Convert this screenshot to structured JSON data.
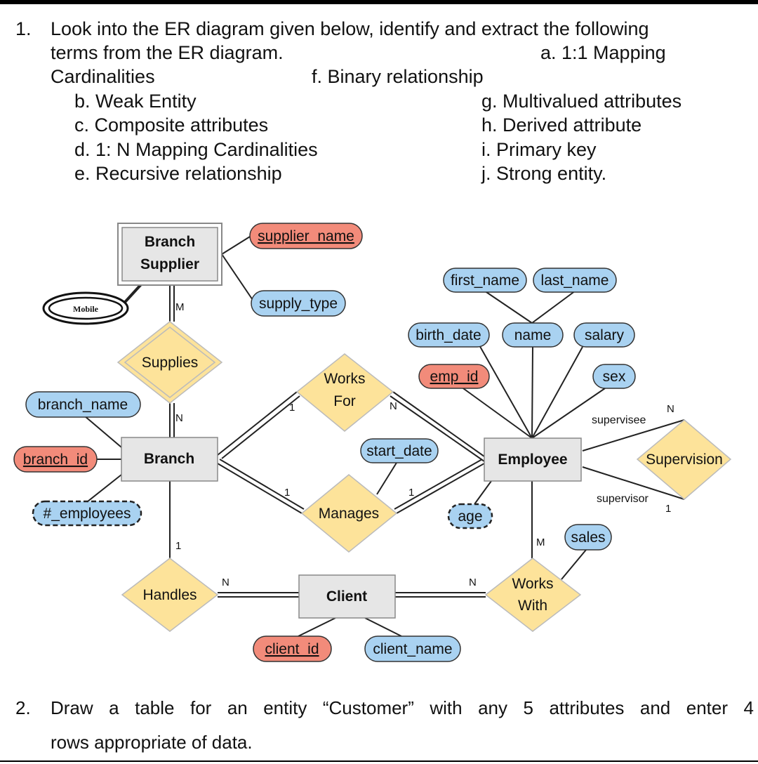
{
  "question1": {
    "number": "1.",
    "line1": "Look into the ER diagram given below, identify and extract the following",
    "line2": "terms from the ER diagram.",
    "item_a": "a. 1:1 Mapping",
    "line3": "Cardinalities",
    "item_f": "f. Binary relationship",
    "item_b": "b. Weak Entity",
    "item_g": "g. Multivalued attributes",
    "item_c": "c. Composite attributes",
    "item_h": "h. Derived attribute",
    "item_d": "d. 1: N Mapping Cardinalities",
    "item_i": "i. Primary key",
    "item_e": "e. Recursive relationship",
    "item_j": "j. Strong entity."
  },
  "diagram": {
    "entities": {
      "branch_supplier_line1": "Branch",
      "branch_supplier_line2": "Supplier",
      "branch": "Branch",
      "employee": "Employee",
      "client": "Client"
    },
    "relationships": {
      "supplies": "Supplies",
      "works_for_line1": "Works",
      "works_for_line2": "For",
      "manages": "Manages",
      "handles": "Handles",
      "works_with_line1": "Works",
      "works_with_line2": "With",
      "supervision": "Supervision"
    },
    "attributes": {
      "supplier_name": "supplier_name",
      "supply_type": "supply_type",
      "mobile": "Mobile",
      "branch_name": "branch_name",
      "branch_id": "branch_id",
      "num_employees": "#_employees",
      "first_name": "first_name",
      "last_name": "last_name",
      "birth_date": "birth_date",
      "name": "name",
      "salary": "salary",
      "emp_id": "emp_id",
      "sex": "sex",
      "start_date": "start_date",
      "age": "age",
      "sales": "sales",
      "client_id": "client_id",
      "client_name": "client_name"
    },
    "cardinalities": {
      "bs_supplies": "M",
      "supplies_branch": "N",
      "branch_worksfor": "1",
      "worksfor_employee": "N",
      "branch_manages": "1",
      "manages_employee": "1",
      "branch_handles": "1",
      "handles_client": "N",
      "client_workswith": "N",
      "employee_workswith": "M",
      "supervisee_card": "N",
      "supervisor_card": "1"
    },
    "role_labels": {
      "supervisee": "supervisee",
      "supervisor": "supervisor"
    },
    "colors": {
      "entity_fill": "#e6e6e6",
      "relationship_fill": "#fde39a",
      "attribute_fill": "#a9d2f1",
      "key_attribute_fill": "#f28b7a"
    }
  },
  "question2": {
    "number": "2.",
    "line1_words": [
      "Draw",
      "a",
      "table",
      "for",
      "an",
      "entity",
      "“Customer”",
      "with",
      "any",
      "5",
      "attributes",
      "and",
      "enter",
      "4"
    ],
    "line2": "rows appropriate of data."
  }
}
